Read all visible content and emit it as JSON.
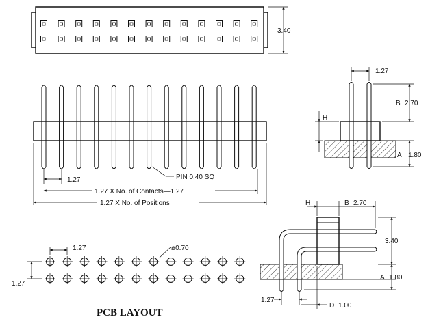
{
  "top_view": {
    "dim_height": "3.40",
    "rows": 2,
    "pins_per_row": 13
  },
  "front_view": {
    "pin_label": "PIN 0.40 SQ",
    "pitch_label": "1.27",
    "contacts_formula": "1.27 X No. of Contacts—1.27",
    "positions_formula": "1.27 X No. of Positions",
    "pins": 13
  },
  "side_view": {
    "pitch_label": "1.27",
    "b_label": "B",
    "b_value": "2.70",
    "h_label": "H",
    "a_label": "A",
    "a_value": "1.80"
  },
  "right_angle_view": {
    "h_label": "H",
    "b_label": "B",
    "b_value": "2.70",
    "height_value": "3.40",
    "a_label": "A",
    "a_value": "1.80",
    "pitch_label": "1.27",
    "d_label": "D",
    "d_value": "1.00"
  },
  "pcb_layout": {
    "title": "PCB LAYOUT",
    "pitch_x_label": "1.27",
    "pitch_y_label": "1.27",
    "hole_label": "ø0.70",
    "rows": 2,
    "cols": 12
  }
}
